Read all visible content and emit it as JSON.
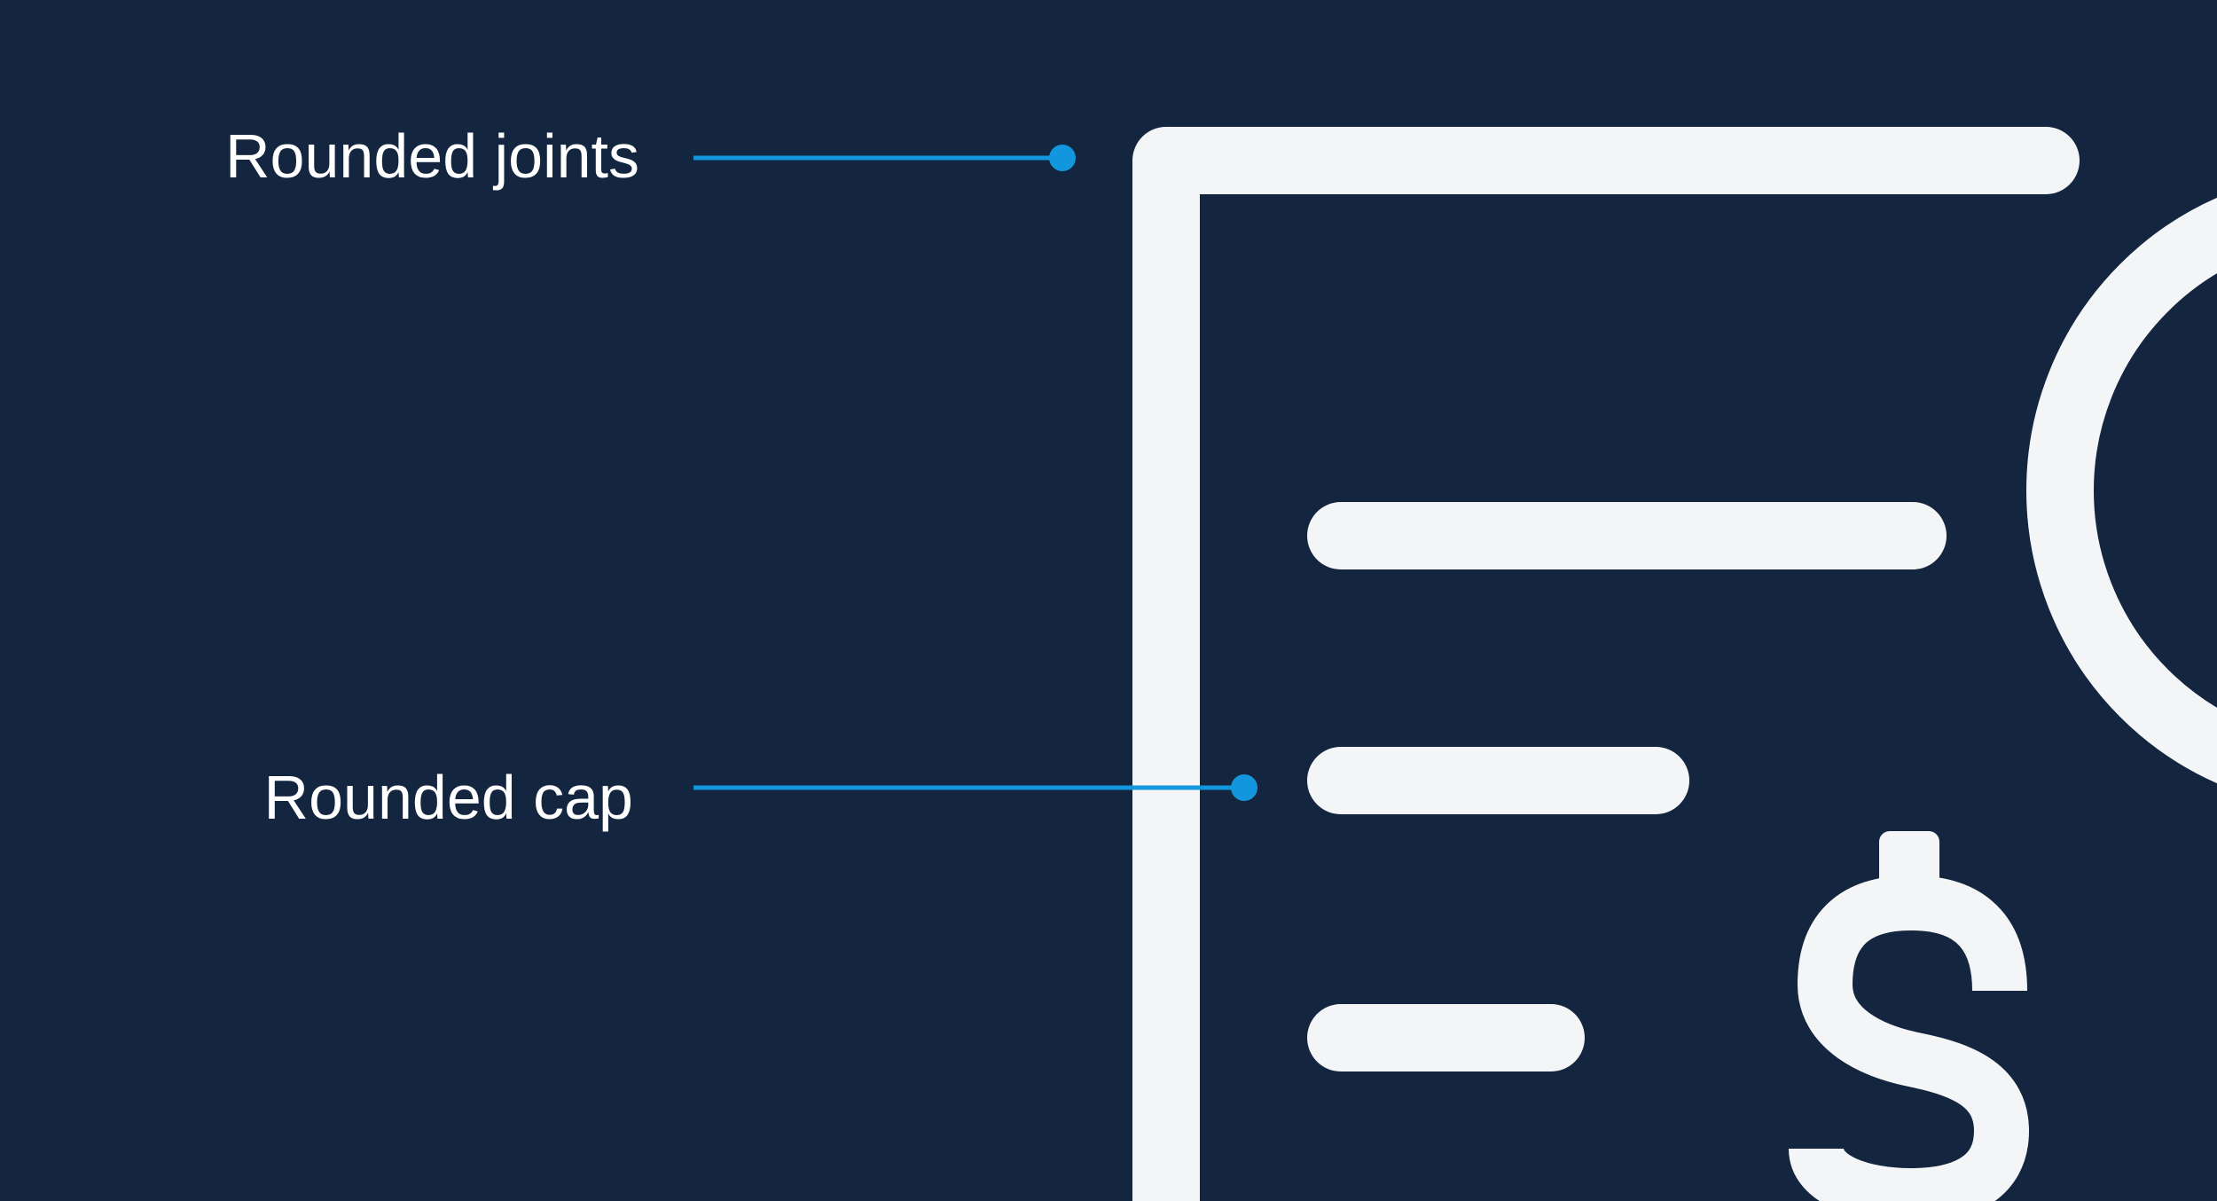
{
  "illustration": {
    "subject": "icon-design-guideline",
    "annotations": [
      {
        "label": "Rounded joints"
      },
      {
        "label": "Rounded cap"
      }
    ],
    "icons": [
      "invoice-document-icon",
      "document-text-line",
      "dollar-sign-icon",
      "magnifier-lens-icon",
      "pointer-dot"
    ],
    "colors": {
      "background": "#13253F",
      "icon": "#F4F5F6",
      "accent": "#1297DE",
      "label_text": "#FFFFFF"
    }
  }
}
